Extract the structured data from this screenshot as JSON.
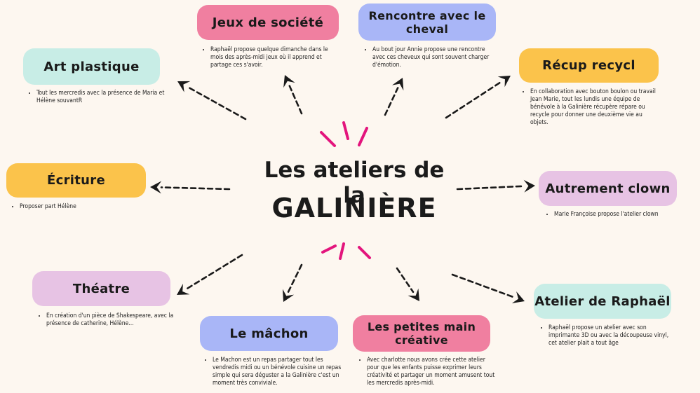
{
  "title": {
    "line1": "Les ateliers de la",
    "line2": "GALINIÈRE"
  },
  "colors": {
    "background": "#fdf7f0",
    "pink": "#f07fa0",
    "blue": "#a9b6f7",
    "mint": "#c8ede6",
    "yellow": "#fbc34b",
    "lilac": "#e7c3e4",
    "spark": "#e3157d"
  },
  "nodes": [
    {
      "id": "jeux",
      "label": "Jeux de société",
      "color": "pink",
      "desc": "Raphaël propose quelque dimanche dans le mois des après-midi jeux où il apprend et partage ces s'avoir."
    },
    {
      "id": "cheval",
      "label": "Rencontre avec le cheval",
      "color": "blue",
      "desc": "Au bout jour Annie propose une rencontre avec ces cheveux qui sont souvent charger d'émotion."
    },
    {
      "id": "art",
      "label": "Art plastique",
      "color": "mint",
      "desc": "Tout les mercredis avec la présence de Maria et Hélène souvantR"
    },
    {
      "id": "recup",
      "label": "Récup recycl",
      "color": "yellow",
      "desc": "En collaboration avec bouton boulon ou travail Jean Marie, tout les lundis une équipe de bénévole à la Galinière récupère répare ou recycle pour donner une deuxième vie au objets."
    },
    {
      "id": "ecriture",
      "label": "Écriture",
      "color": "yellow",
      "desc": "Proposer part Hélène"
    },
    {
      "id": "clown",
      "label": "Autrement clown",
      "color": "lilac",
      "desc": "Marie Françoise propose l'atelier clown"
    },
    {
      "id": "theatre",
      "label": "Théatre",
      "color": "lilac",
      "desc": "En création d'un pièce de Shakespeare, avec la présence de catherine, Hélène..."
    },
    {
      "id": "raphael",
      "label": "Atelier de Raphaël",
      "color": "mint",
      "desc": "Raphaël propose un atelier avec son imprimante 3D ou avec la découpeuse vinyl, cet atelier plait a tout âge"
    },
    {
      "id": "machon",
      "label": "Le mâchon",
      "color": "blue",
      "desc": "Le Machon est un repas partager tout les vendredis midi ou un bénévole cuisine un repas simple qui sera déguster a la Galinière c'est un moment très conviviale."
    },
    {
      "id": "petites",
      "label": "Les petites main créative",
      "color": "pink",
      "desc": "Avec charlotte nous avons crée cette atelier pour que les enfants puisse exprimer leurs créativité et partager un moment amusent tout les mercredis après-midi."
    }
  ]
}
